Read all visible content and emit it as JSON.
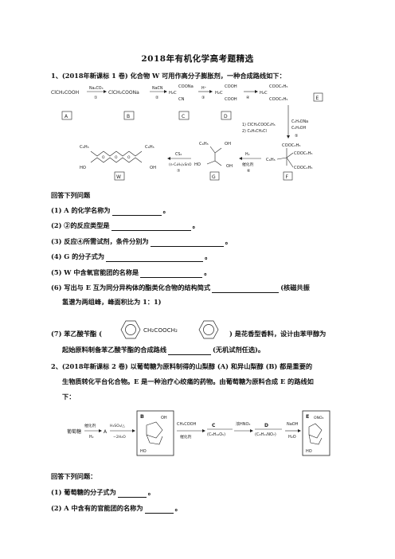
{
  "doc": {
    "title": "2018年有机化学高考题精选",
    "q1": {
      "header": "1、(2018年新课标 1 卷) 化合物 W 可用作高分子膨胀剂，一种合成路线如下：",
      "scheme": {
        "s1": "ClCH₂COOH",
        "r1": "Na₂CO₃",
        "c1": "①",
        "s2": "ClCH₂COONa",
        "r2": "NaCN",
        "c2": "②",
        "s3a": "COONa",
        "s3b": "H₂C",
        "s3c": "CN",
        "r3": "H⁺",
        "c3": "③",
        "s4a": "COOH",
        "s4b": "H₂C",
        "s4c": "COOH",
        "c4": "④",
        "s5a": "COOC₂H₅",
        "s5b": "H₂C",
        "s5c": "COOC₂H₅",
        "box_a": "A",
        "box_b": "B",
        "box_c": "C",
        "box_d": "D",
        "box_e": "E",
        "r5a": "1) ClCH₂COOC₂H₅",
        "r5b": "2) C₆H₅CH₂Cl",
        "r5c": "C₂H₅ONa",
        "r5d": "C₂H₅OH",
        "c5": "⑤",
        "f1": "COOC₂H₅",
        "f2": "COOC₂H₅",
        "f3": "C₆H₅",
        "f4": "COOC₂H₅",
        "box_f": "F",
        "r6a": "H₂",
        "r6b": "催化剂",
        "c6": "⑥",
        "g1": "C₆H₅",
        "g2": "OH",
        "g3": "HO",
        "g4": "OH",
        "box_g": "G",
        "r7a": "CS₂",
        "r7b": "(n-C₄H₉)₂SnO",
        "c7": "⑦",
        "w1": "C₆H₅",
        "w2": "C₆H₅",
        "w3": "HO",
        "w4": "OH",
        "box_w": "W"
      },
      "prompt": "回答下列问题",
      "items": [
        {
          "pre": "(1) A 的化学名称为",
          "post": "。"
        },
        {
          "pre": "(2) ②的反应类型是",
          "post": "。"
        },
        {
          "pre": "(3) 反应④所需试剂，条件分别为",
          "post": "。"
        },
        {
          "pre": "(4) G 的分子式为",
          "post": "。"
        },
        {
          "pre": "(5) W 中含氧官能团的名称是",
          "post": "。"
        },
        {
          "pre": "(6) 写出与 E 互为同分异构体的酯类化合物的结构简式",
          "post": "(核磁共振"
        },
        {
          "cont": "氢谱为两组峰，峰面积比为 1：1)"
        },
        {
          "pre": "(7) 苯乙酸苄酯 (",
          "mid": "CH₂COOCH₂",
          "post": ") 是花香型香料，设计由苯甲醇为"
        },
        {
          "cont": "起始原料制备苯乙酸苄酯的合成路线",
          "post": "(无机试剂任选)。"
        }
      ]
    },
    "q2": {
      "header1": "2、(2018年新课标 2 卷) 以葡萄糖为原料制得的山梨醇 (A) 和异山梨醇 (B) 都是重要的",
      "header2": "生物质转化平台化合物。E 是一种治疗心绞痛的药物。由葡萄糖为原料合成 E 的路线如",
      "header3": "下：",
      "scheme": {
        "start": "葡萄糖",
        "r1a": "催化剂",
        "r1b": "H₂",
        "a": "A",
        "r2a": "H₂SO₄/△",
        "r2b": "−2H₂O",
        "b": "B",
        "b_oh": "OH",
        "b_ho": "HO",
        "r3a": "CH₃COOH",
        "r3b": "催化剂",
        "c": "C",
        "c_formula": "(C₈H₁₂O₅)",
        "r4": "浓HNO₃",
        "d": "D",
        "d_formula": "(C₈H₁₁NO₇)",
        "r5a": "NaOH",
        "r5b": "H₂O",
        "e": "E",
        "e_ono": "ONO₂",
        "e_ho": "HO"
      },
      "prompt": "回答下列问题：",
      "items": [
        {
          "pre": "(1) 葡萄糖的分子式为",
          "post": "。"
        },
        {
          "pre": "(2) A 中含有的官能团的名称为",
          "post": "。"
        }
      ]
    }
  }
}
